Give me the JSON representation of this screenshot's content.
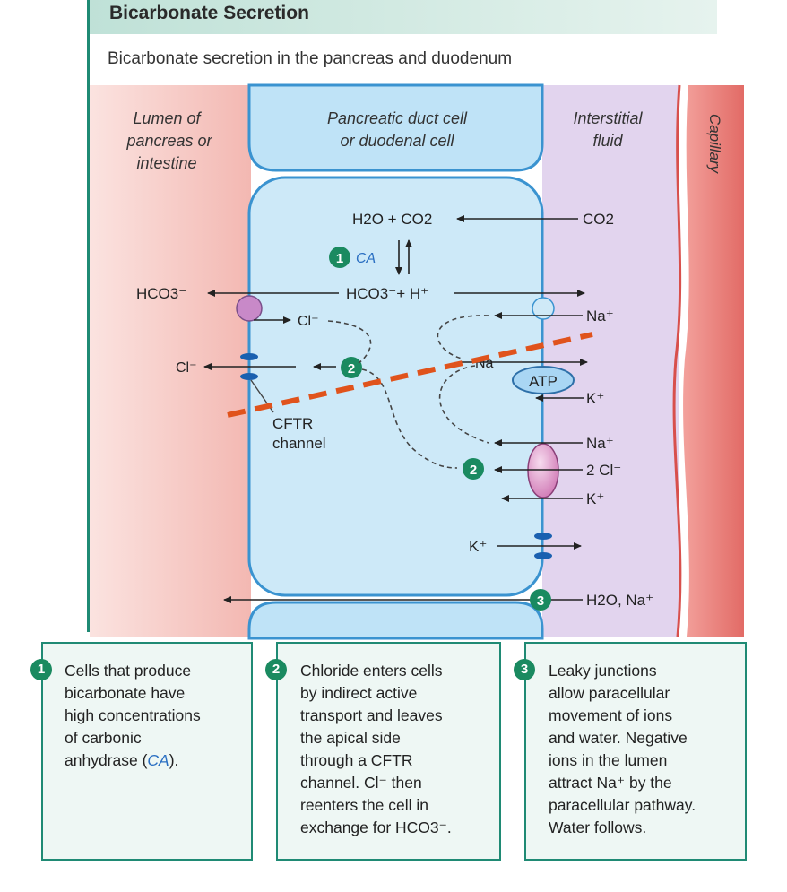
{
  "header": {
    "title": "Bicarbonate Secretion"
  },
  "subtitle": "Bicarbonate secretion in the pancreas and duodenum",
  "regions": {
    "lumen": [
      "Lumen of",
      "pancreas or",
      "intestine"
    ],
    "cell": [
      "Pancreatic duct cell",
      "or duodenal cell"
    ],
    "interstitial": [
      "Interstitial",
      "fluid"
    ],
    "capillary": "Capillary"
  },
  "labels": {
    "h2o_co2": "H2O + CO2",
    "co2": "CO2",
    "ca": "CA",
    "hco3_h": "HCO3⁻+ H⁺",
    "hco3": "HCO3⁻",
    "cl_in": "Cl⁻",
    "cl_out": "Cl⁻",
    "na_top": "Na⁺",
    "na_mid": "Na",
    "atp": "ATP",
    "k_atp": "K⁺",
    "na_nkcc": "Na⁺",
    "cl2_nkcc": "2 Cl⁻",
    "k_nkcc": "K⁺",
    "k_channel": "K⁺",
    "cftr": [
      "CFTR",
      "channel"
    ],
    "h2o_na": "H2O, Na⁺"
  },
  "steps": [
    "1",
    "2",
    "3"
  ],
  "boxes": [
    {
      "num": "1",
      "text_before": "Cells that produce\nbicarbonate have\nhigh concentrations\nof carbonic\nanhydrase (",
      "ca": "CA",
      "text_after": ")."
    },
    {
      "num": "2",
      "text": "Chloride enters cells\nby indirect active\ntransport and leaves\nthe apical side\nthrough a CFTR\nchannel. Cl⁻ then\nreenters the cell in\nexchange for HCO3⁻."
    },
    {
      "num": "3",
      "text": "Leaky junctions\nallow paracellular\nmovement of ions\nand water. Negative\nions in the lumen\nattract Na⁺ by the\nparacellular pathway.\nWater follows."
    }
  ],
  "colors": {
    "accent": "#1f8a74",
    "step_circle": "#1a8a60",
    "cell_fill": "#bfe3f7",
    "cell_stroke": "#3a93d0",
    "interstitial": "#e2d4ee",
    "capillary": "#ef8a86",
    "annotation_dash": "#e0531c"
  }
}
